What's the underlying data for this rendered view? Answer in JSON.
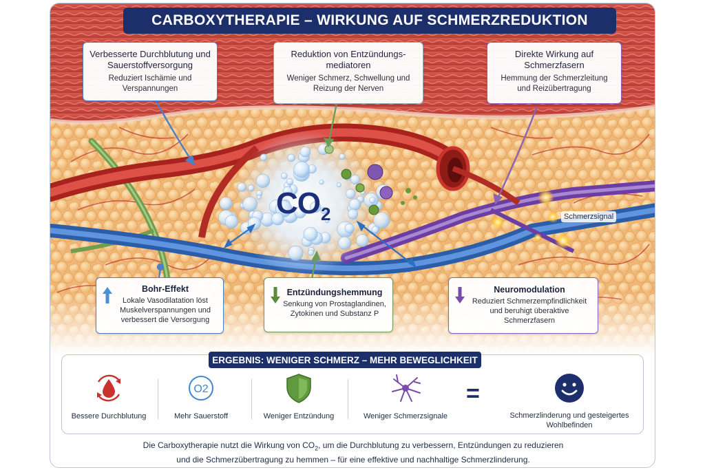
{
  "title": "CARBOXYTHERAPIE – WIRKUNG AUF SCHMERZREDUKTION",
  "center_label": {
    "main": "CO",
    "sub": "2"
  },
  "signal_label": "Schmerzsignal",
  "callouts": [
    {
      "heading": "Verbesserte Durchblutung und Sauerstoffversorgung",
      "text": "Reduziert Ischämie und Verspannungen",
      "color": "#4d7fc7"
    },
    {
      "heading": "Reduktion von Entzündungs-mediatoren",
      "text": "Weniger Schmerz, Schwellung und Reizung der Nerven",
      "color": "#6e9b57"
    },
    {
      "heading": "Direkte Wirkung auf Schmerzfasern",
      "text": "Hemmung der Schmerzleitung und Reizübertragung",
      "color": "#8a63b4"
    }
  ],
  "mechanisms": [
    {
      "heading": "Bohr-Effekt",
      "text": "Lokale Vasodilatation löst Muskelverspannungen und verbessert die Versorgung",
      "icon": "arrow-up-icon",
      "color": "#4d8fd6"
    },
    {
      "heading": "Entzündungshemmung",
      "text": "Senkung von Prostaglandinen, Zytokinen und Substanz P",
      "icon": "arrow-down-icon",
      "color": "#5b8a3c"
    },
    {
      "heading": "Neuromodulation",
      "text": "Reduziert Schmerzempfindlichkeit und beruhigt überaktive Schmerzfasern",
      "icon": "arrow-down-icon",
      "color": "#7a4ba8"
    }
  ],
  "result": {
    "title": "ERGEBNIS: WENIGER SCHMERZ – MEHR BEWEGLICHKEIT",
    "items": [
      {
        "label": "Bessere Durchblutung",
        "icon": "blood-drop-cycle-icon"
      },
      {
        "label": "Mehr Sauerstoff",
        "icon": "oxygen-icon",
        "icon_text": "O2"
      },
      {
        "label": "Weniger Entzündung",
        "icon": "shield-icon"
      },
      {
        "label": "Weniger Schmerzsignale",
        "icon": "neuron-icon"
      }
    ],
    "equals": "=",
    "final": {
      "label": "Schmerzlinderung und gesteigertes Wohlbefinden",
      "icon": "smiley-icon"
    }
  },
  "footer": {
    "line1_pre": "Die Carboxytherapie nutzt die Wirkung von CO",
    "line1_sub": "2",
    "line1_post": ", um die Durchblutung zu verbessern, Entzündungen zu reduzieren",
    "line2": "und die Schmerzübertragung zu hemmen – für eine effektive und nachhaltige Schmerzlinderung."
  },
  "colors": {
    "navy": "#1d2f6b",
    "tissue": "#f3c48a",
    "artery": "#c8332c",
    "vein": "#3a72c4",
    "nerve": "#7e4fb0",
    "lymph": "#6f9e4f"
  }
}
